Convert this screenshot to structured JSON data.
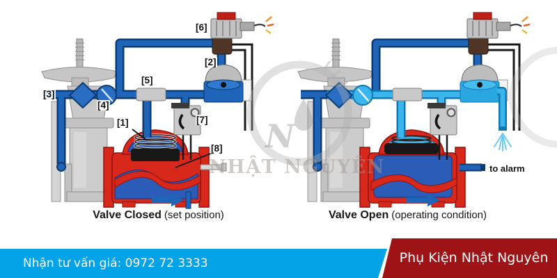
{
  "left_diagram": {
    "caption_bold": "Valve Closed",
    "caption_note": "(set position)",
    "labels": {
      "1": "[1]",
      "2": "[2]",
      "3": "[3]",
      "4": "[4]",
      "5": "[5]",
      "6": "[6]",
      "7": "[7]",
      "8": "[8]"
    }
  },
  "right_diagram": {
    "caption_bold": "Valve Open",
    "caption_note": "(operating condition)",
    "alarm_text": "to alarm"
  },
  "watermark": {
    "monogram": "N",
    "name": "NHẬT NGUYÊN"
  },
  "footer": {
    "contact": "Nhận tư vấn giá: 0972 72 3333",
    "brand": "Phụ Kiện Nhật Nguyên"
  },
  "colors": {
    "pipe_dark_blue": "#1e64b8",
    "pipe_cyan": "#3ab6ec",
    "valve_red": "#d8281c",
    "footer_blue": "#04a2e6",
    "footer_red": "#9e1316"
  }
}
